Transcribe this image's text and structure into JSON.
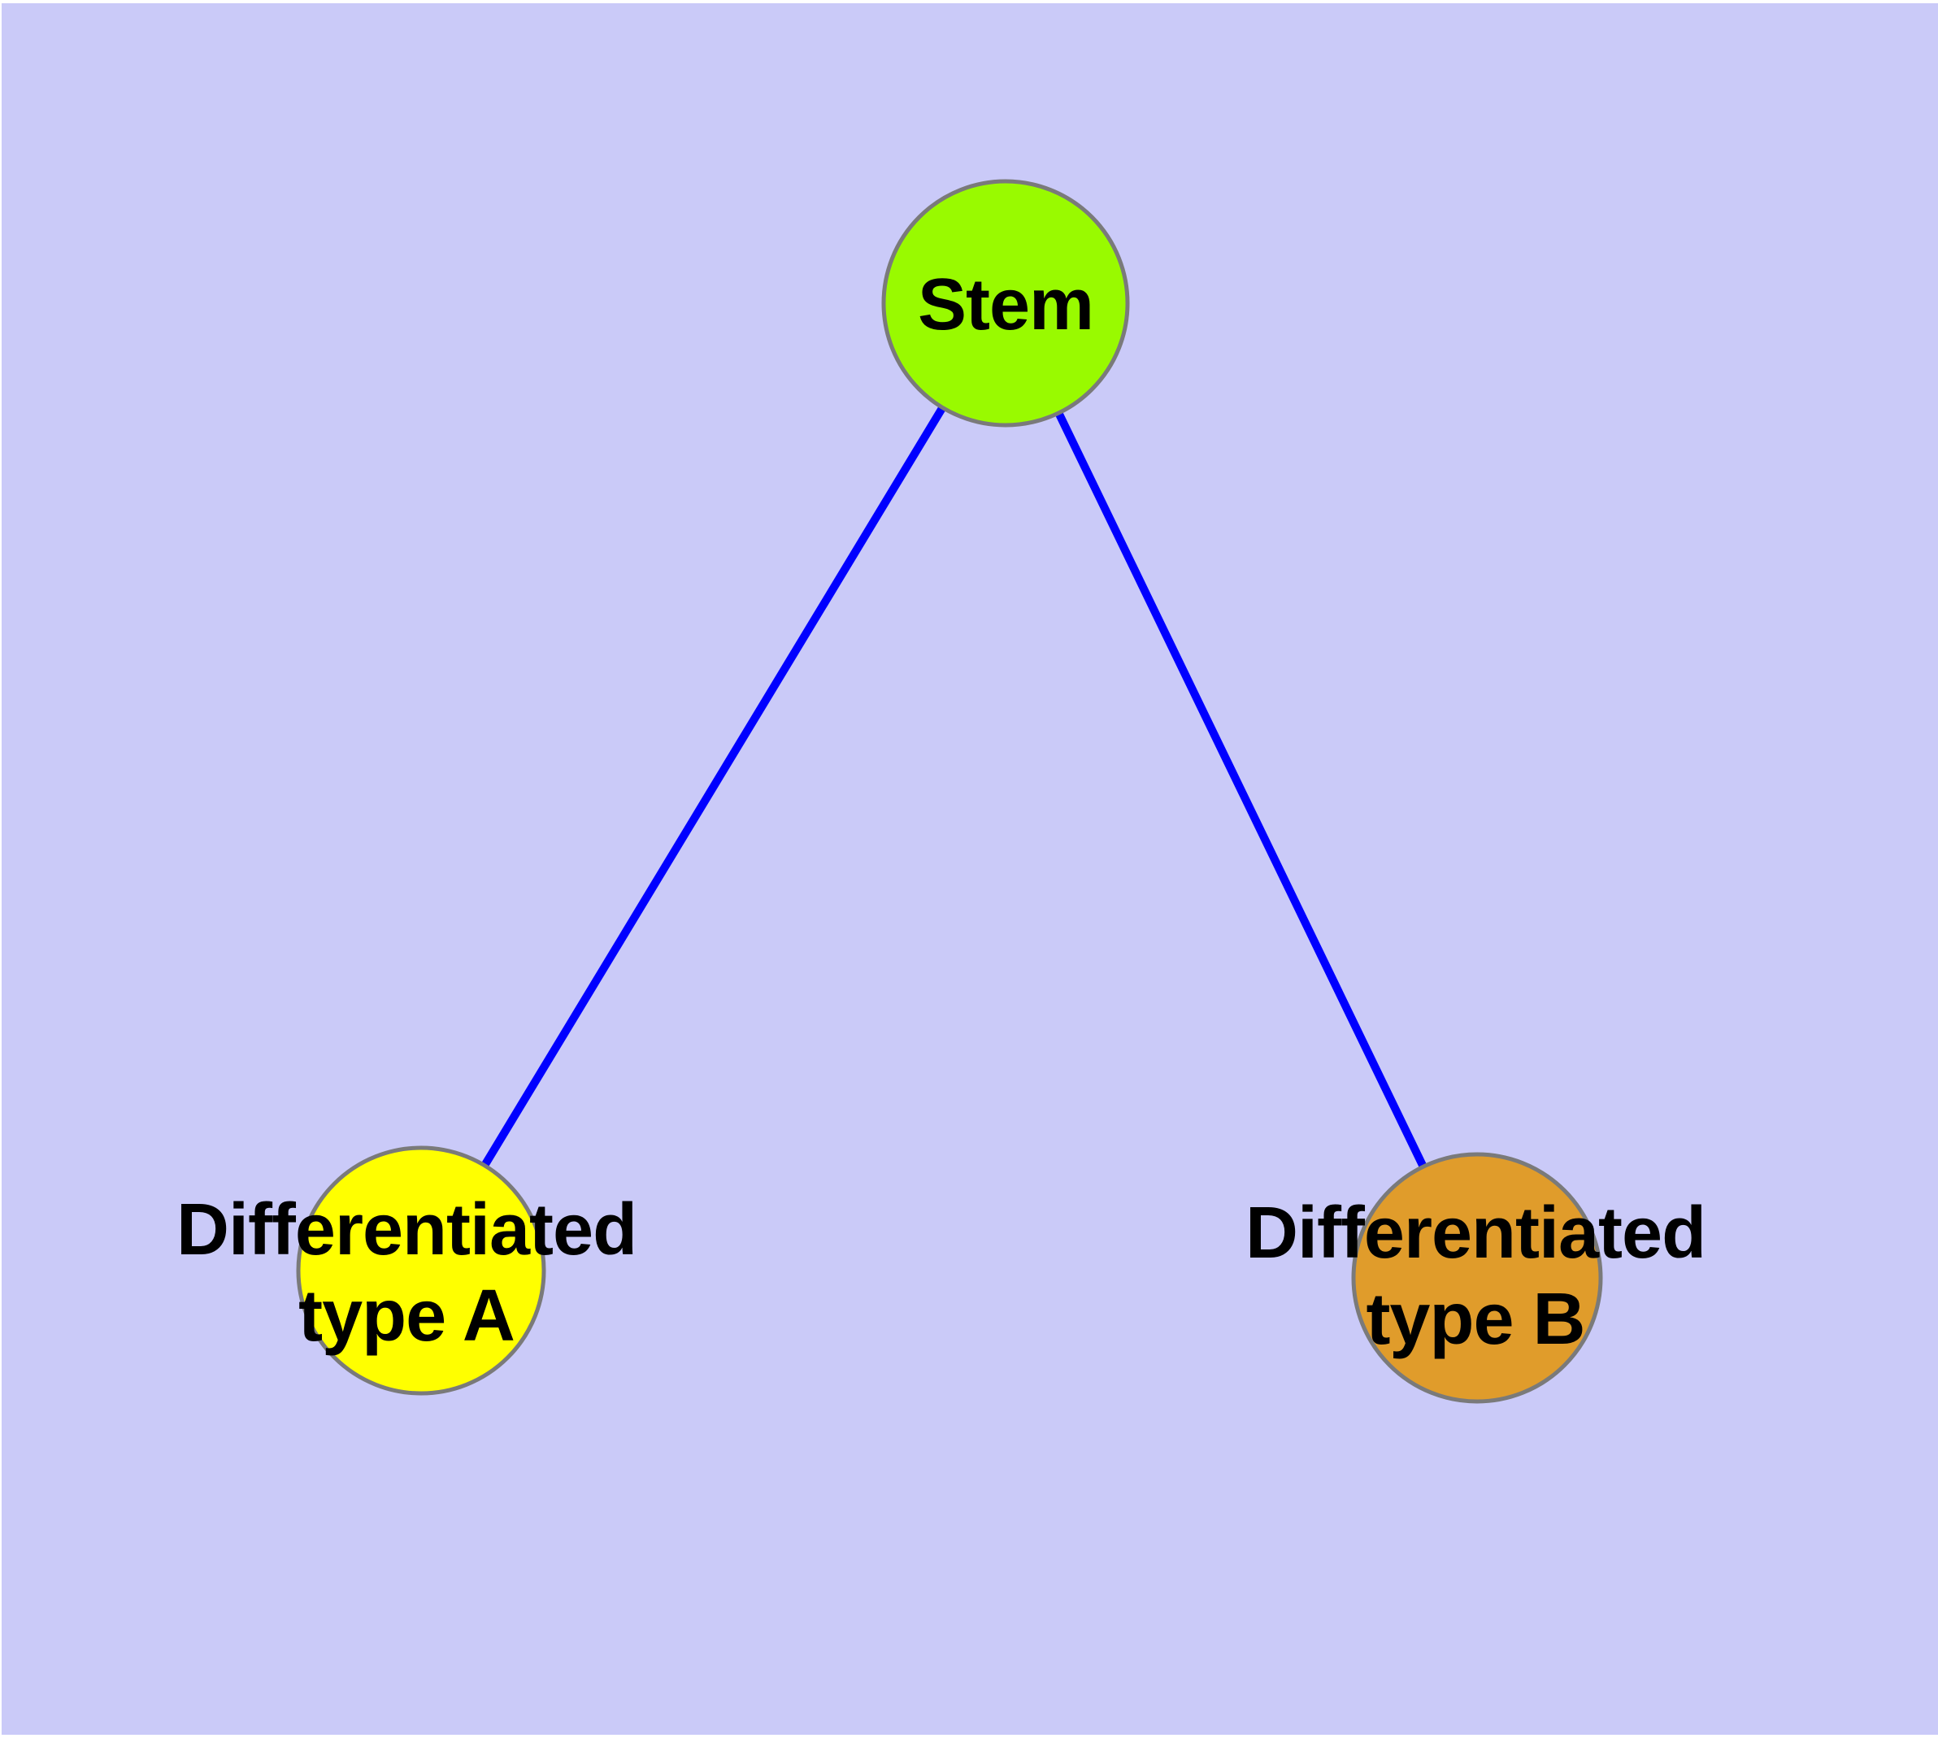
{
  "diagram": {
    "kind": "cell-differentiation-graph",
    "background_color": "#CACAF8",
    "edge_color": "#0000FF",
    "node_border_color": "#7A7A7A",
    "label_color": "#000000",
    "nodes": [
      {
        "id": "stem",
        "label": "Stem",
        "color": "#99FA00"
      },
      {
        "id": "differentiated-type-a",
        "label": "Differentiated type A",
        "line1": "Differentiated",
        "line2": "type A",
        "color": "#FFFF00"
      },
      {
        "id": "differentiated-type-b",
        "label": "Differentiated type B",
        "line1": "Differentiated",
        "line2": "type B",
        "color": "#E09C2B"
      }
    ],
    "edges": [
      {
        "from": "Stem",
        "to": "Differentiated type A"
      },
      {
        "from": "Stem",
        "to": "Differentiated type B"
      }
    ]
  }
}
